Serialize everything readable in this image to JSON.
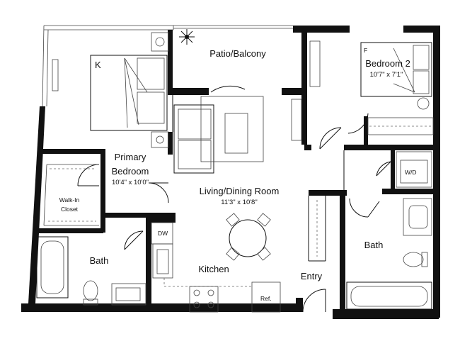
{
  "rooms": {
    "patio": {
      "name": "Patio/Balcony"
    },
    "bedroom2": {
      "name": "Bedroom 2",
      "dims": "10'7\" x 7'1\""
    },
    "primary": {
      "name_line1": "Primary",
      "name_line2": "Bedroom",
      "dims": "10'4\" x 10'0\""
    },
    "living": {
      "name": "Living/Dining Room",
      "dims": "11'3\" x 10'8\""
    },
    "walkin": {
      "name_line1": "Walk-In",
      "name_line2": "Closet"
    },
    "bath1": {
      "name": "Bath"
    },
    "bath2": {
      "name": "Bath"
    },
    "kitchen": {
      "name": "Kitchen"
    },
    "entry": {
      "name": "Entry"
    }
  },
  "fixtures": {
    "king_bed": "K",
    "full_bed": "F",
    "washer_dryer": "W/D",
    "dishwasher": "DW",
    "refrigerator": "Ref."
  }
}
